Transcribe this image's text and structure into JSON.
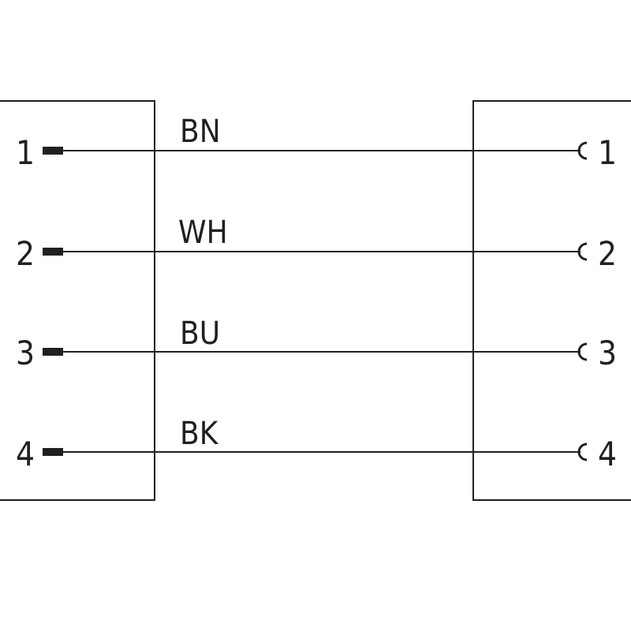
{
  "colors": {
    "line": "#231f20",
    "background": "#ffffff"
  },
  "wires": [
    {
      "left_pin": "1",
      "right_pin": "1",
      "color_code": "BN"
    },
    {
      "left_pin": "2",
      "right_pin": "2",
      "color_code": "WH"
    },
    {
      "left_pin": "3",
      "right_pin": "3",
      "color_code": "BU"
    },
    {
      "left_pin": "4",
      "right_pin": "4",
      "color_code": "BK"
    }
  ]
}
